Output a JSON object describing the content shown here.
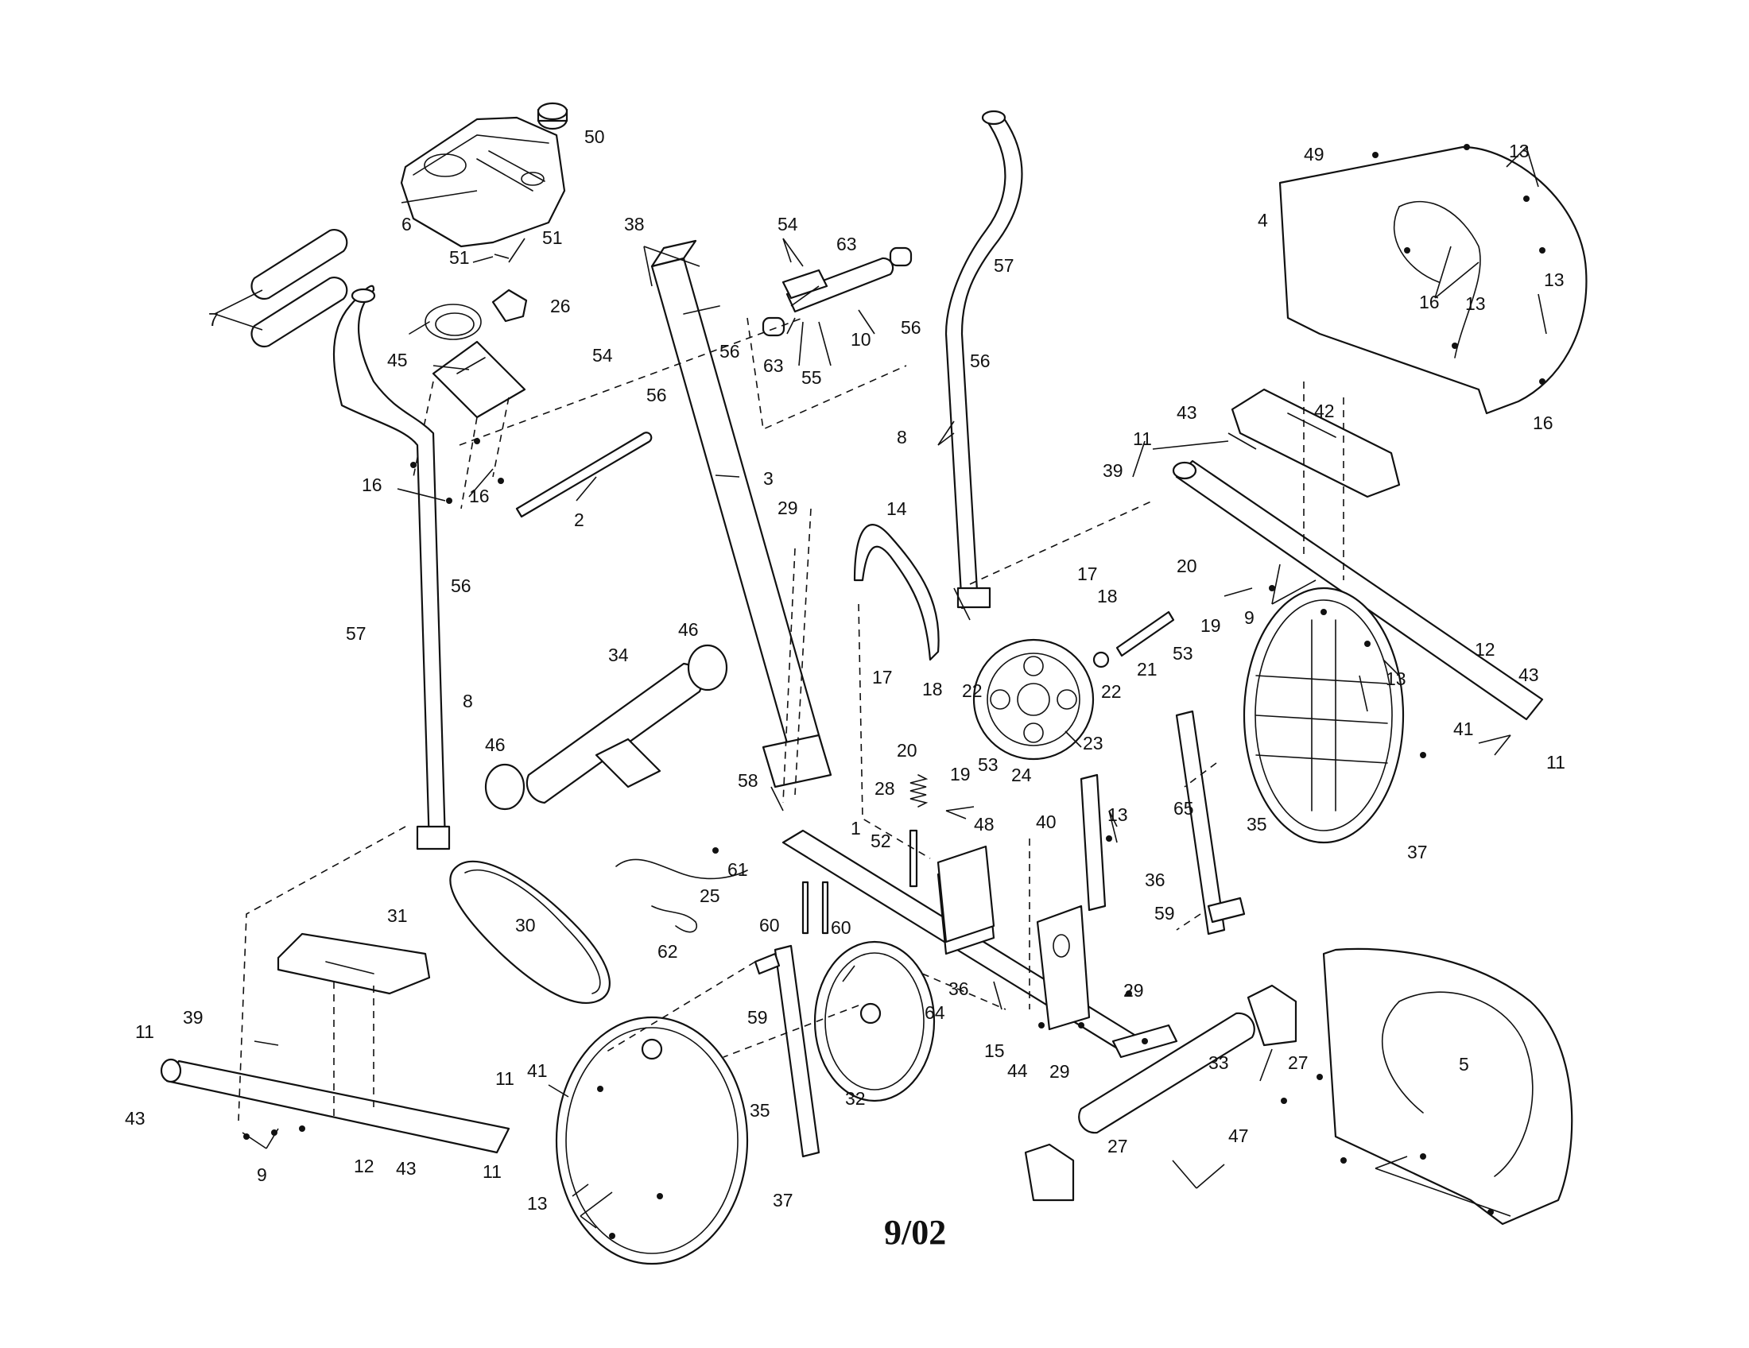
{
  "diagram": {
    "date": "9/02",
    "callouts": [
      {
        "id": "c50",
        "text": "50"
      },
      {
        "id": "c6",
        "text": "6"
      },
      {
        "id": "c7",
        "text": "7"
      },
      {
        "id": "c51a",
        "text": "51"
      },
      {
        "id": "c51b",
        "text": "51"
      },
      {
        "id": "c26",
        "text": "26"
      },
      {
        "id": "c45",
        "text": "45"
      },
      {
        "id": "c16a",
        "text": "16"
      },
      {
        "id": "c16b",
        "text": "16"
      },
      {
        "id": "c38",
        "text": "38"
      },
      {
        "id": "c54a",
        "text": "54"
      },
      {
        "id": "c54b",
        "text": "54"
      },
      {
        "id": "c63a",
        "text": "63"
      },
      {
        "id": "c63b",
        "text": "63"
      },
      {
        "id": "c10",
        "text": "10"
      },
      {
        "id": "c55",
        "text": "55"
      },
      {
        "id": "c56a",
        "text": "56"
      },
      {
        "id": "c56b",
        "text": "56"
      },
      {
        "id": "c56c",
        "text": "56"
      },
      {
        "id": "c56d",
        "text": "56"
      },
      {
        "id": "c56e",
        "text": "56"
      },
      {
        "id": "c57a",
        "text": "57"
      },
      {
        "id": "c57b",
        "text": "57"
      },
      {
        "id": "c3",
        "text": "3"
      },
      {
        "id": "c2",
        "text": "2"
      },
      {
        "id": "c8a",
        "text": "8"
      },
      {
        "id": "c8b",
        "text": "8"
      },
      {
        "id": "c29a",
        "text": "29"
      },
      {
        "id": "c29b",
        "text": "29"
      },
      {
        "id": "c29c",
        "text": "29"
      },
      {
        "id": "c14",
        "text": "14"
      },
      {
        "id": "c49",
        "text": "49"
      },
      {
        "id": "c13a",
        "text": "13"
      },
      {
        "id": "c13b",
        "text": "13"
      },
      {
        "id": "c13c",
        "text": "13"
      },
      {
        "id": "c13d",
        "text": "13"
      },
      {
        "id": "c13e",
        "text": "13"
      },
      {
        "id": "c13f",
        "text": "13"
      },
      {
        "id": "c4",
        "text": "4"
      },
      {
        "id": "c16c",
        "text": "16"
      },
      {
        "id": "c16d",
        "text": "16"
      },
      {
        "id": "c43a",
        "text": "43"
      },
      {
        "id": "c43b",
        "text": "43"
      },
      {
        "id": "c43c",
        "text": "43"
      },
      {
        "id": "c43d",
        "text": "43"
      },
      {
        "id": "c42",
        "text": "42"
      },
      {
        "id": "c11a",
        "text": "11"
      },
      {
        "id": "c11b",
        "text": "11"
      },
      {
        "id": "c11c",
        "text": "11"
      },
      {
        "id": "c11d",
        "text": "11"
      },
      {
        "id": "c11e",
        "text": "11"
      },
      {
        "id": "c39a",
        "text": "39"
      },
      {
        "id": "c39b",
        "text": "39"
      },
      {
        "id": "c20a",
        "text": "20"
      },
      {
        "id": "c20b",
        "text": "20"
      },
      {
        "id": "c17a",
        "text": "17"
      },
      {
        "id": "c17b",
        "text": "17"
      },
      {
        "id": "c18a",
        "text": "18"
      },
      {
        "id": "c18b",
        "text": "18"
      },
      {
        "id": "c19a",
        "text": "19"
      },
      {
        "id": "c19b",
        "text": "19"
      },
      {
        "id": "c9a",
        "text": "9"
      },
      {
        "id": "c9b",
        "text": "9"
      },
      {
        "id": "c53a",
        "text": "53"
      },
      {
        "id": "c53b",
        "text": "53"
      },
      {
        "id": "c22a",
        "text": "22"
      },
      {
        "id": "c22b",
        "text": "22"
      },
      {
        "id": "c21",
        "text": "21"
      },
      {
        "id": "c12a",
        "text": "12"
      },
      {
        "id": "c12b",
        "text": "12"
      },
      {
        "id": "c23",
        "text": "23"
      },
      {
        "id": "c24",
        "text": "24"
      },
      {
        "id": "c41a",
        "text": "41"
      },
      {
        "id": "c41b",
        "text": "41"
      },
      {
        "id": "c46a",
        "text": "46"
      },
      {
        "id": "c46b",
        "text": "46"
      },
      {
        "id": "c34",
        "text": "34"
      },
      {
        "id": "c28",
        "text": "28"
      },
      {
        "id": "c48",
        "text": "48"
      },
      {
        "id": "c58",
        "text": "58"
      },
      {
        "id": "c52",
        "text": "52"
      },
      {
        "id": "c1",
        "text": "1"
      },
      {
        "id": "c40",
        "text": "40"
      },
      {
        "id": "c65",
        "text": "65"
      },
      {
        "id": "c35a",
        "text": "35"
      },
      {
        "id": "c35b",
        "text": "35"
      },
      {
        "id": "c36a",
        "text": "36"
      },
      {
        "id": "c36b",
        "text": "36"
      },
      {
        "id": "c37a",
        "text": "37"
      },
      {
        "id": "c37b",
        "text": "37"
      },
      {
        "id": "c59a",
        "text": "59"
      },
      {
        "id": "c59b",
        "text": "59"
      },
      {
        "id": "c25",
        "text": "25"
      },
      {
        "id": "c61",
        "text": "61"
      },
      {
        "id": "c62",
        "text": "62"
      },
      {
        "id": "c60a",
        "text": "60"
      },
      {
        "id": "c60b",
        "text": "60"
      },
      {
        "id": "c30",
        "text": "30"
      },
      {
        "id": "c31",
        "text": "31"
      },
      {
        "id": "c32",
        "text": "32"
      },
      {
        "id": "c64",
        "text": "64"
      },
      {
        "id": "c15",
        "text": "15"
      },
      {
        "id": "c44",
        "text": "44"
      },
      {
        "id": "c33",
        "text": "33"
      },
      {
        "id": "c27a",
        "text": "27"
      },
      {
        "id": "c27b",
        "text": "27"
      },
      {
        "id": "c47",
        "text": "47"
      },
      {
        "id": "c5",
        "text": "5"
      }
    ]
  }
}
